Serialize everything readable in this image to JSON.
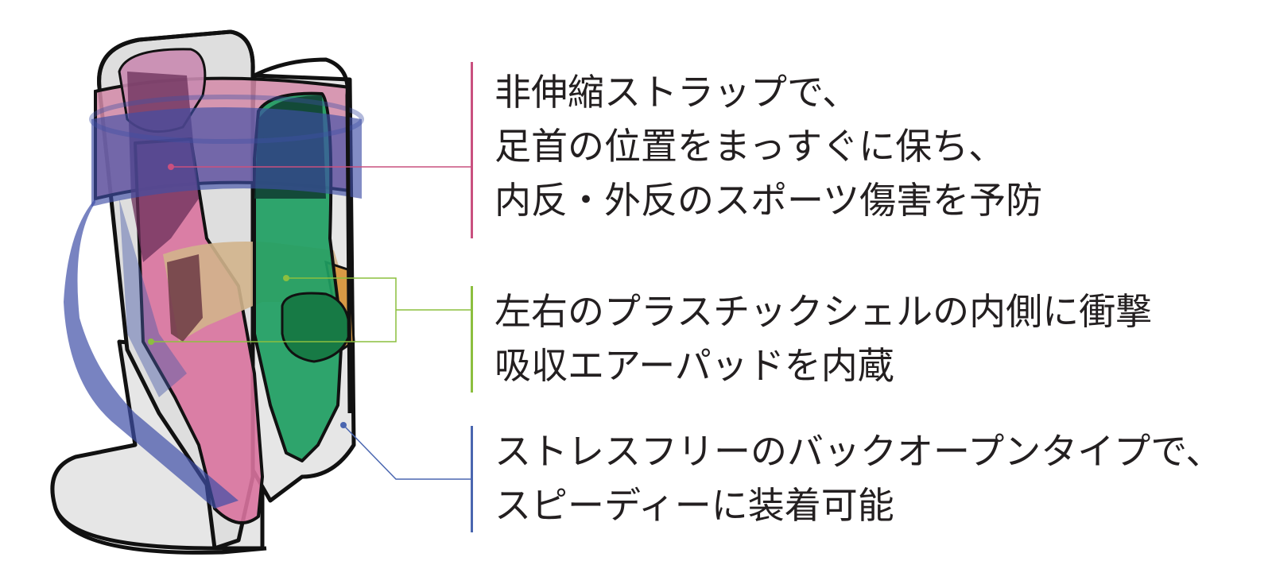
{
  "colors": {
    "pink": "#c9507f",
    "green": "#8cbf3f",
    "blue": "#4a66b0",
    "strap": "#3f4fa6",
    "outline": "#111111",
    "shell_gray": "#e6e6e6",
    "air_pink": "#d9739f",
    "air_green": "#1e9e62",
    "text": "#231f20"
  },
  "callouts": [
    {
      "id": "strap",
      "lines": [
        "非伸縮ストラップで、",
        "足首の位置をまっすぐに保ち、",
        "内反・外反のスポーツ傷害を予防"
      ]
    },
    {
      "id": "airpad",
      "lines": [
        "左右のプラスチックシェルの内側に衝撃",
        "吸収エアーパッドを内蔵"
      ]
    },
    {
      "id": "backopen",
      "lines": [
        "ストレスフリーのバックオープンタイプで、",
        "スピーディーに装着可能"
      ]
    }
  ]
}
